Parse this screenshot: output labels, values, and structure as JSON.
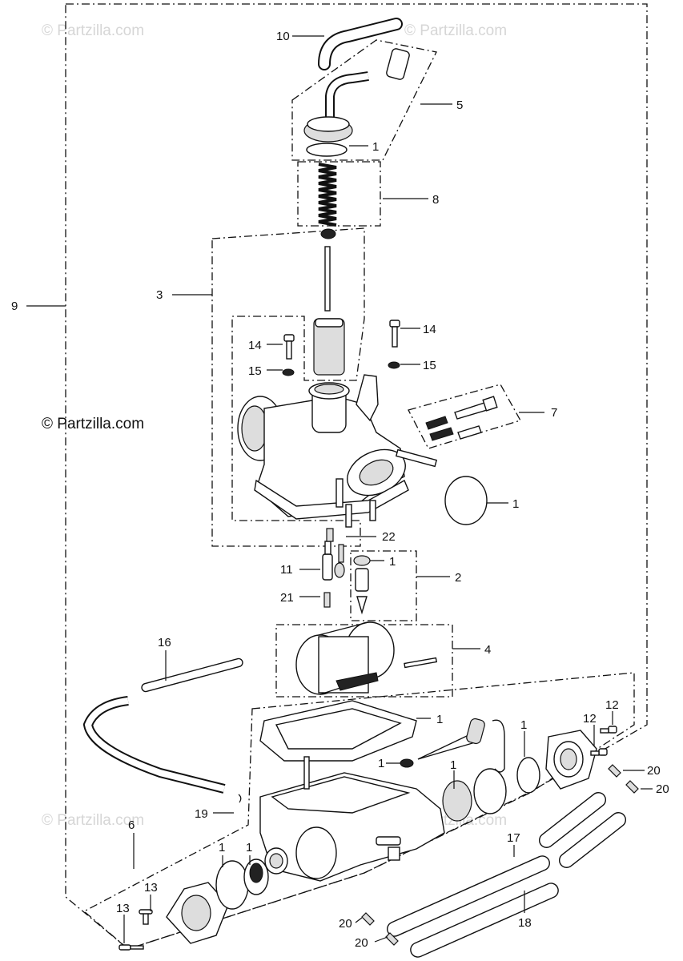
{
  "watermarks": {
    "top_left": "© Partzilla.com",
    "top_right": "© Partzilla.com",
    "middle_left": "© Partzilla.com",
    "bottom_left": "© Partzilla.com",
    "bottom_right": "© Partzilla.com"
  },
  "callouts": {
    "c10": "10",
    "c5": "5",
    "c1_top": "1",
    "c8": "8",
    "c3": "3",
    "c9": "9",
    "c14_left": "14",
    "c14_right": "14",
    "c15_left": "15",
    "c15_right": "15",
    "c7": "7",
    "c1_oring": "1",
    "c22": "22",
    "c11": "11",
    "c1_float_valve": "1",
    "c2": "2",
    "c21": "21",
    "c4": "4",
    "c16": "16",
    "c1_gasket": "1",
    "c1_washer": "1",
    "c1_screw_seal": "1",
    "c1_ring_right": "1",
    "c12_a": "12",
    "c12_b": "12",
    "c20_a": "20",
    "c20_b": "20",
    "c19": "19",
    "c6": "6",
    "c1_cover_gasket": "1",
    "c1_diaphragm": "1",
    "c17": "17",
    "c13_a": "13",
    "c13_b": "13",
    "c18": "18",
    "c20_c": "20",
    "c20_d": "20"
  }
}
